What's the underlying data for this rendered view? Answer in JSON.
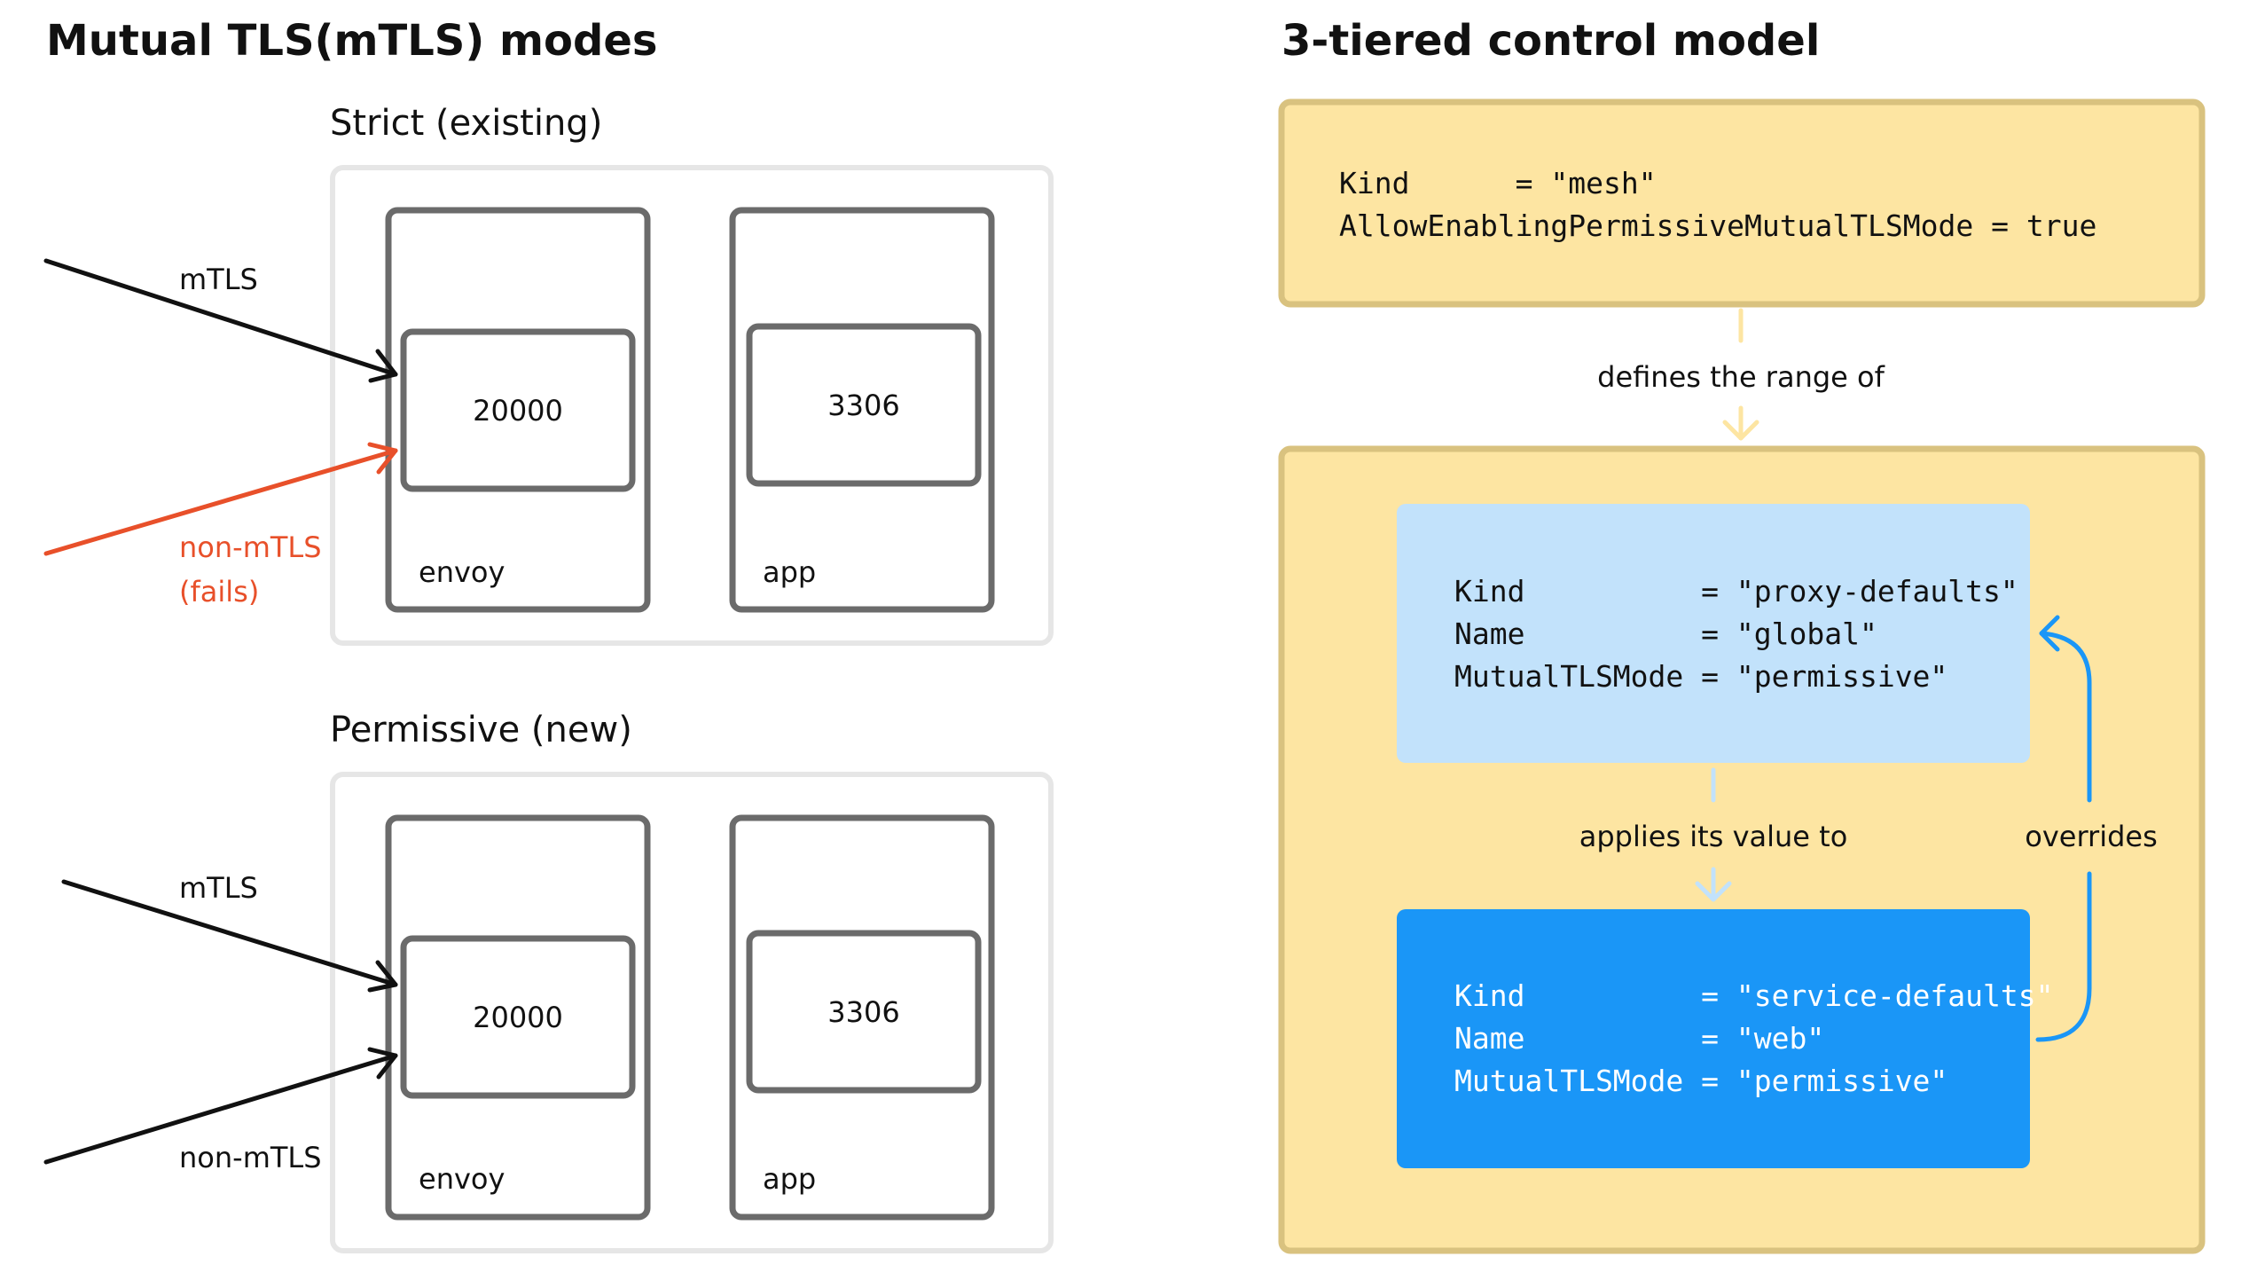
{
  "left": {
    "title": "Mutual TLS(mTLS) modes",
    "strict": {
      "title": "Strict (existing)",
      "envoy_port": "20000",
      "envoy_label": "envoy",
      "app_port": "3306",
      "app_label": "app",
      "mtls_label": "mTLS",
      "non_mtls_label": "non-mTLS",
      "non_mtls_note": "(fails)"
    },
    "permissive": {
      "title": "Permissive (new)",
      "envoy_port": "20000",
      "envoy_label": "envoy",
      "app_port": "3306",
      "app_label": "app",
      "mtls_label": "mTLS",
      "non_mtls_label": "non-mTLS"
    }
  },
  "right": {
    "title": "3-tiered control model",
    "mesh": {
      "line1": "Kind      = \"mesh\"",
      "line2": "AllowEnablingPermissiveMutualTLSMode = true"
    },
    "defines_label": "defines the range of",
    "proxy_defaults": {
      "line1": "Kind          = \"proxy-defaults\"",
      "line2": "Name          = \"global\"",
      "line3": "MutualTLSMode = \"permissive\""
    },
    "applies_label": "applies its value to",
    "overrides_label": "overrides",
    "service_defaults": {
      "line1": "Kind          = \"service-defaults\"",
      "line2": "Name          = \"web\"",
      "line3": "MutualTLSMode = \"permissive\""
    }
  },
  "colors": {
    "yellow_fill": "#fde5a2",
    "yellow_stroke": "#d9c27f",
    "light_blue": "#c2e2fb",
    "blue": "#1a96f7",
    "red": "#e8502a",
    "gray_box": "#6b6b6b"
  }
}
